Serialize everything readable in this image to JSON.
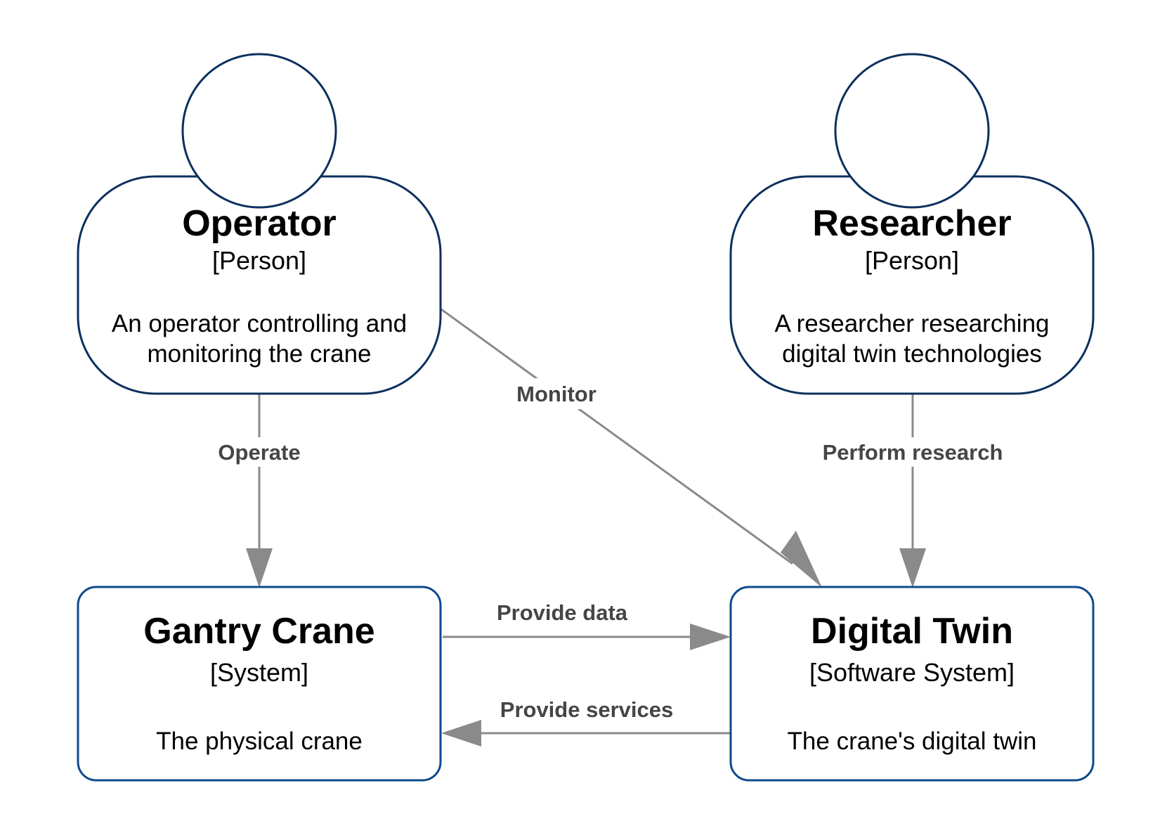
{
  "colors": {
    "person_border": "#0b2f5e",
    "system_border": "#0e4a8c",
    "edge": "#8a8a8a",
    "edge_label": "#454545",
    "text": "#000000",
    "background": "#ffffff"
  },
  "nodes": {
    "operator": {
      "title": "Operator",
      "type": "[Person]",
      "description": [
        "An operator controlling and",
        "monitoring the crane"
      ]
    },
    "researcher": {
      "title": "Researcher",
      "type": "[Person]",
      "description": [
        "A researcher researching",
        "digital twin technologies"
      ]
    },
    "gantry_crane": {
      "title": "Gantry Crane",
      "type": "[System]",
      "description": [
        "The physical crane"
      ]
    },
    "digital_twin": {
      "title": "Digital Twin",
      "type": "[Software System]",
      "description": [
        "The crane's digital twin"
      ]
    }
  },
  "edges": {
    "operate": {
      "from": "Operator",
      "to": "Gantry Crane",
      "label": "Operate"
    },
    "monitor": {
      "from": "Operator",
      "to": "Digital Twin",
      "label": "Monitor"
    },
    "perform_research": {
      "from": "Researcher",
      "to": "Digital Twin",
      "label": "Perform research"
    },
    "provide_data": {
      "from": "Gantry Crane",
      "to": "Digital Twin",
      "label": "Provide data"
    },
    "provide_services": {
      "from": "Digital Twin",
      "to": "Gantry Crane",
      "label": "Provide services"
    }
  }
}
